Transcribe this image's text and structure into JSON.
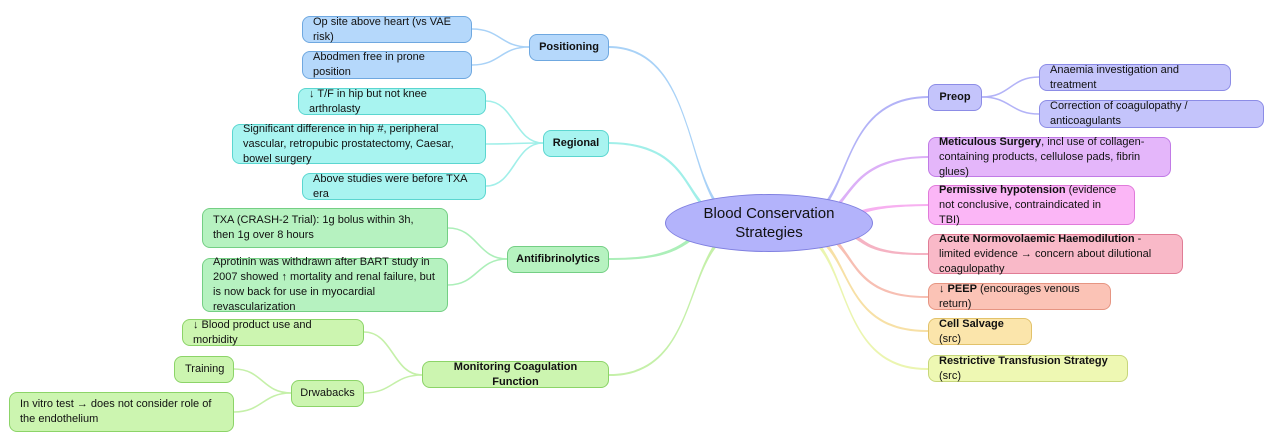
{
  "center": {
    "line1": "Blood Conservation",
    "line2": "Strategies"
  },
  "left": {
    "positioning": {
      "label": "Positioning",
      "items": [
        "Op site above heart (vs VAE risk)",
        "Abodmen free in prone position"
      ]
    },
    "regional": {
      "label": "Regional",
      "items": [
        "↓ T/F in hip but not knee arthrolasty",
        "Significant difference in hip #, peripheral vascular, retropubic prostatectomy, Caesar, bowel surgery",
        "Above studies were before TXA era"
      ]
    },
    "antifibrinolytics": {
      "label": "Antifibrinolytics",
      "items": [
        "TXA (CRASH-2 Trial): 1g bolus within 3h, then 1g over 8 hours",
        "Aprotinin was withdrawn after BART study in 2007 showed ↑ mortality and renal failure, but is now back for use in myocardial revascularization"
      ]
    },
    "monitoring": {
      "label": "Monitoring Coagulation Function",
      "item1": "↓ Blood product use and morbidity",
      "drawbacks": {
        "label": "Drwabacks",
        "items": [
          "Training",
          "In vitro test → does not consider role of the endothelium"
        ]
      }
    }
  },
  "right": {
    "preop": {
      "label": "Preop",
      "items": [
        "Anaemia investigation and treatment",
        "Correction of coagulopathy / anticoagulants"
      ]
    },
    "surgery": {
      "bold": "Meticulous Surgery",
      "rest": ", incl use of collagen-containing products, cellulose pads, fibrin glues)"
    },
    "hypotension": {
      "bold": "Permissive hypotension",
      "rest": " (evidence not conclusive, contraindicated in TBI)"
    },
    "anh": {
      "bold": "Acute Normovolaemic Haemodilution",
      "rest": " - limited evidence → concern about dilutional coagulopathy"
    },
    "peep": {
      "bold": "↓ PEEP",
      "rest": " (encourages venous return)"
    },
    "salvage": {
      "bold": "Cell Salvage",
      "rest": " (src)"
    },
    "restrictive": {
      "bold": "Restrictive Transfusion Strategy",
      "rest": " (src)"
    }
  },
  "colors": {
    "positioning": "#a9d2f7",
    "regional": "#a1efe9",
    "antifibrinolytics": "#acefb9",
    "monitoring": "#c5f0a9",
    "preop": "#b3b3f7",
    "surgery": "#dcb0f7",
    "hypotension": "#f7b0f0",
    "anh": "#f5b3c3",
    "peep": "#f7bfb3",
    "salvage": "#f7e0a6",
    "restrictive": "#ebf5b0"
  }
}
